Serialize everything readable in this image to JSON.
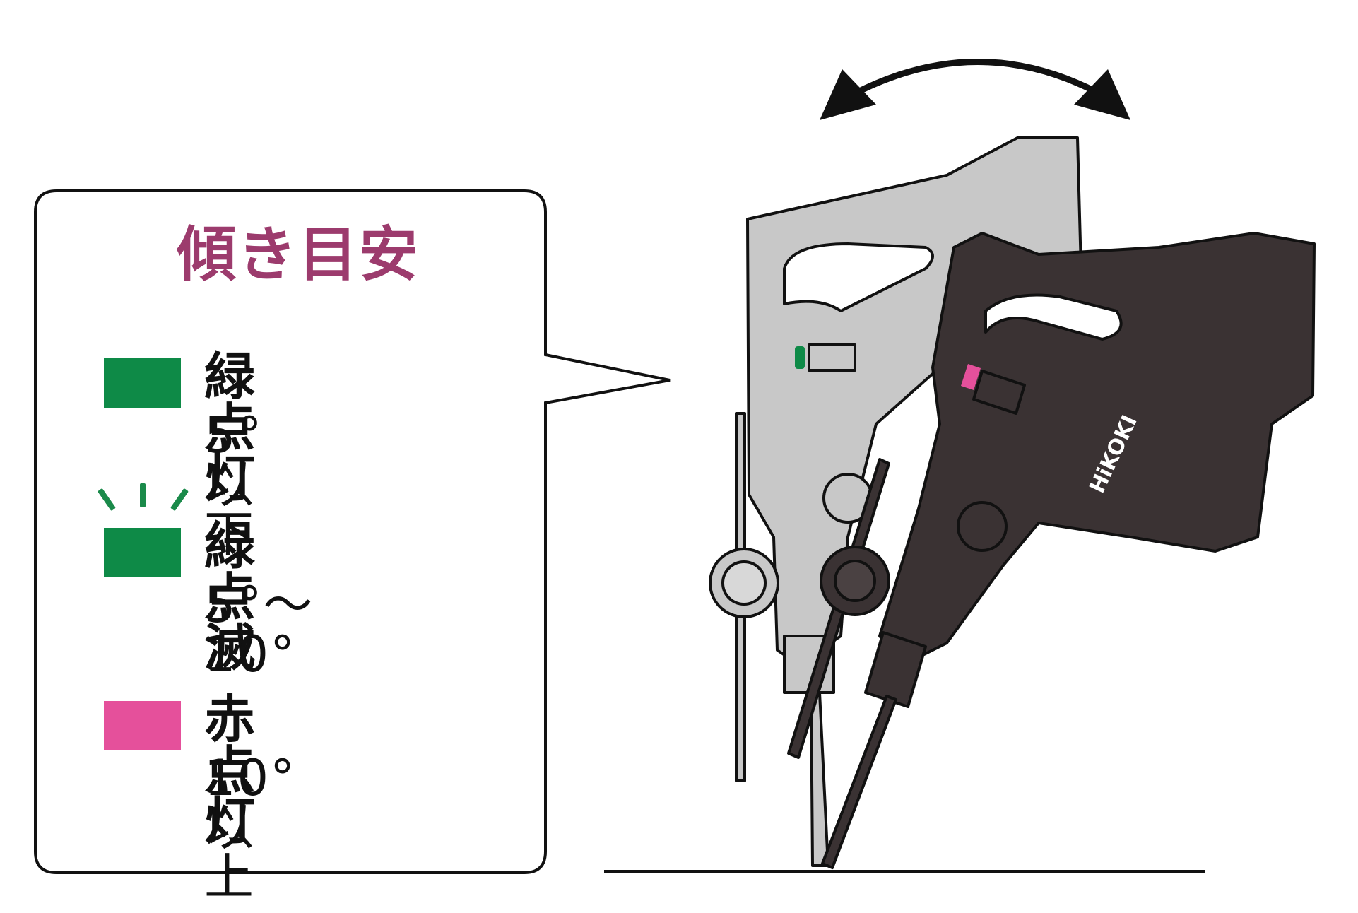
{
  "legend": {
    "title": "傾き目安",
    "title_color": "#9c3b6d",
    "items": [
      {
        "state": "緑点灯",
        "range": "5° 以下",
        "color": "#0e8a47",
        "blinking": false
      },
      {
        "state": "緑点滅",
        "range": "5°〜10°",
        "color": "#0e8a47",
        "blinking": true
      },
      {
        "state": "赤点灯",
        "range": "10° 以上",
        "color": "#e5509b",
        "blinking": false
      }
    ]
  },
  "tool": {
    "brand": "HiKOKI",
    "upright_color": "#c8c8c8",
    "tilted_color": "#3a3233",
    "upright_indicator": "#0e8a47",
    "tilted_indicator": "#e5509b"
  }
}
